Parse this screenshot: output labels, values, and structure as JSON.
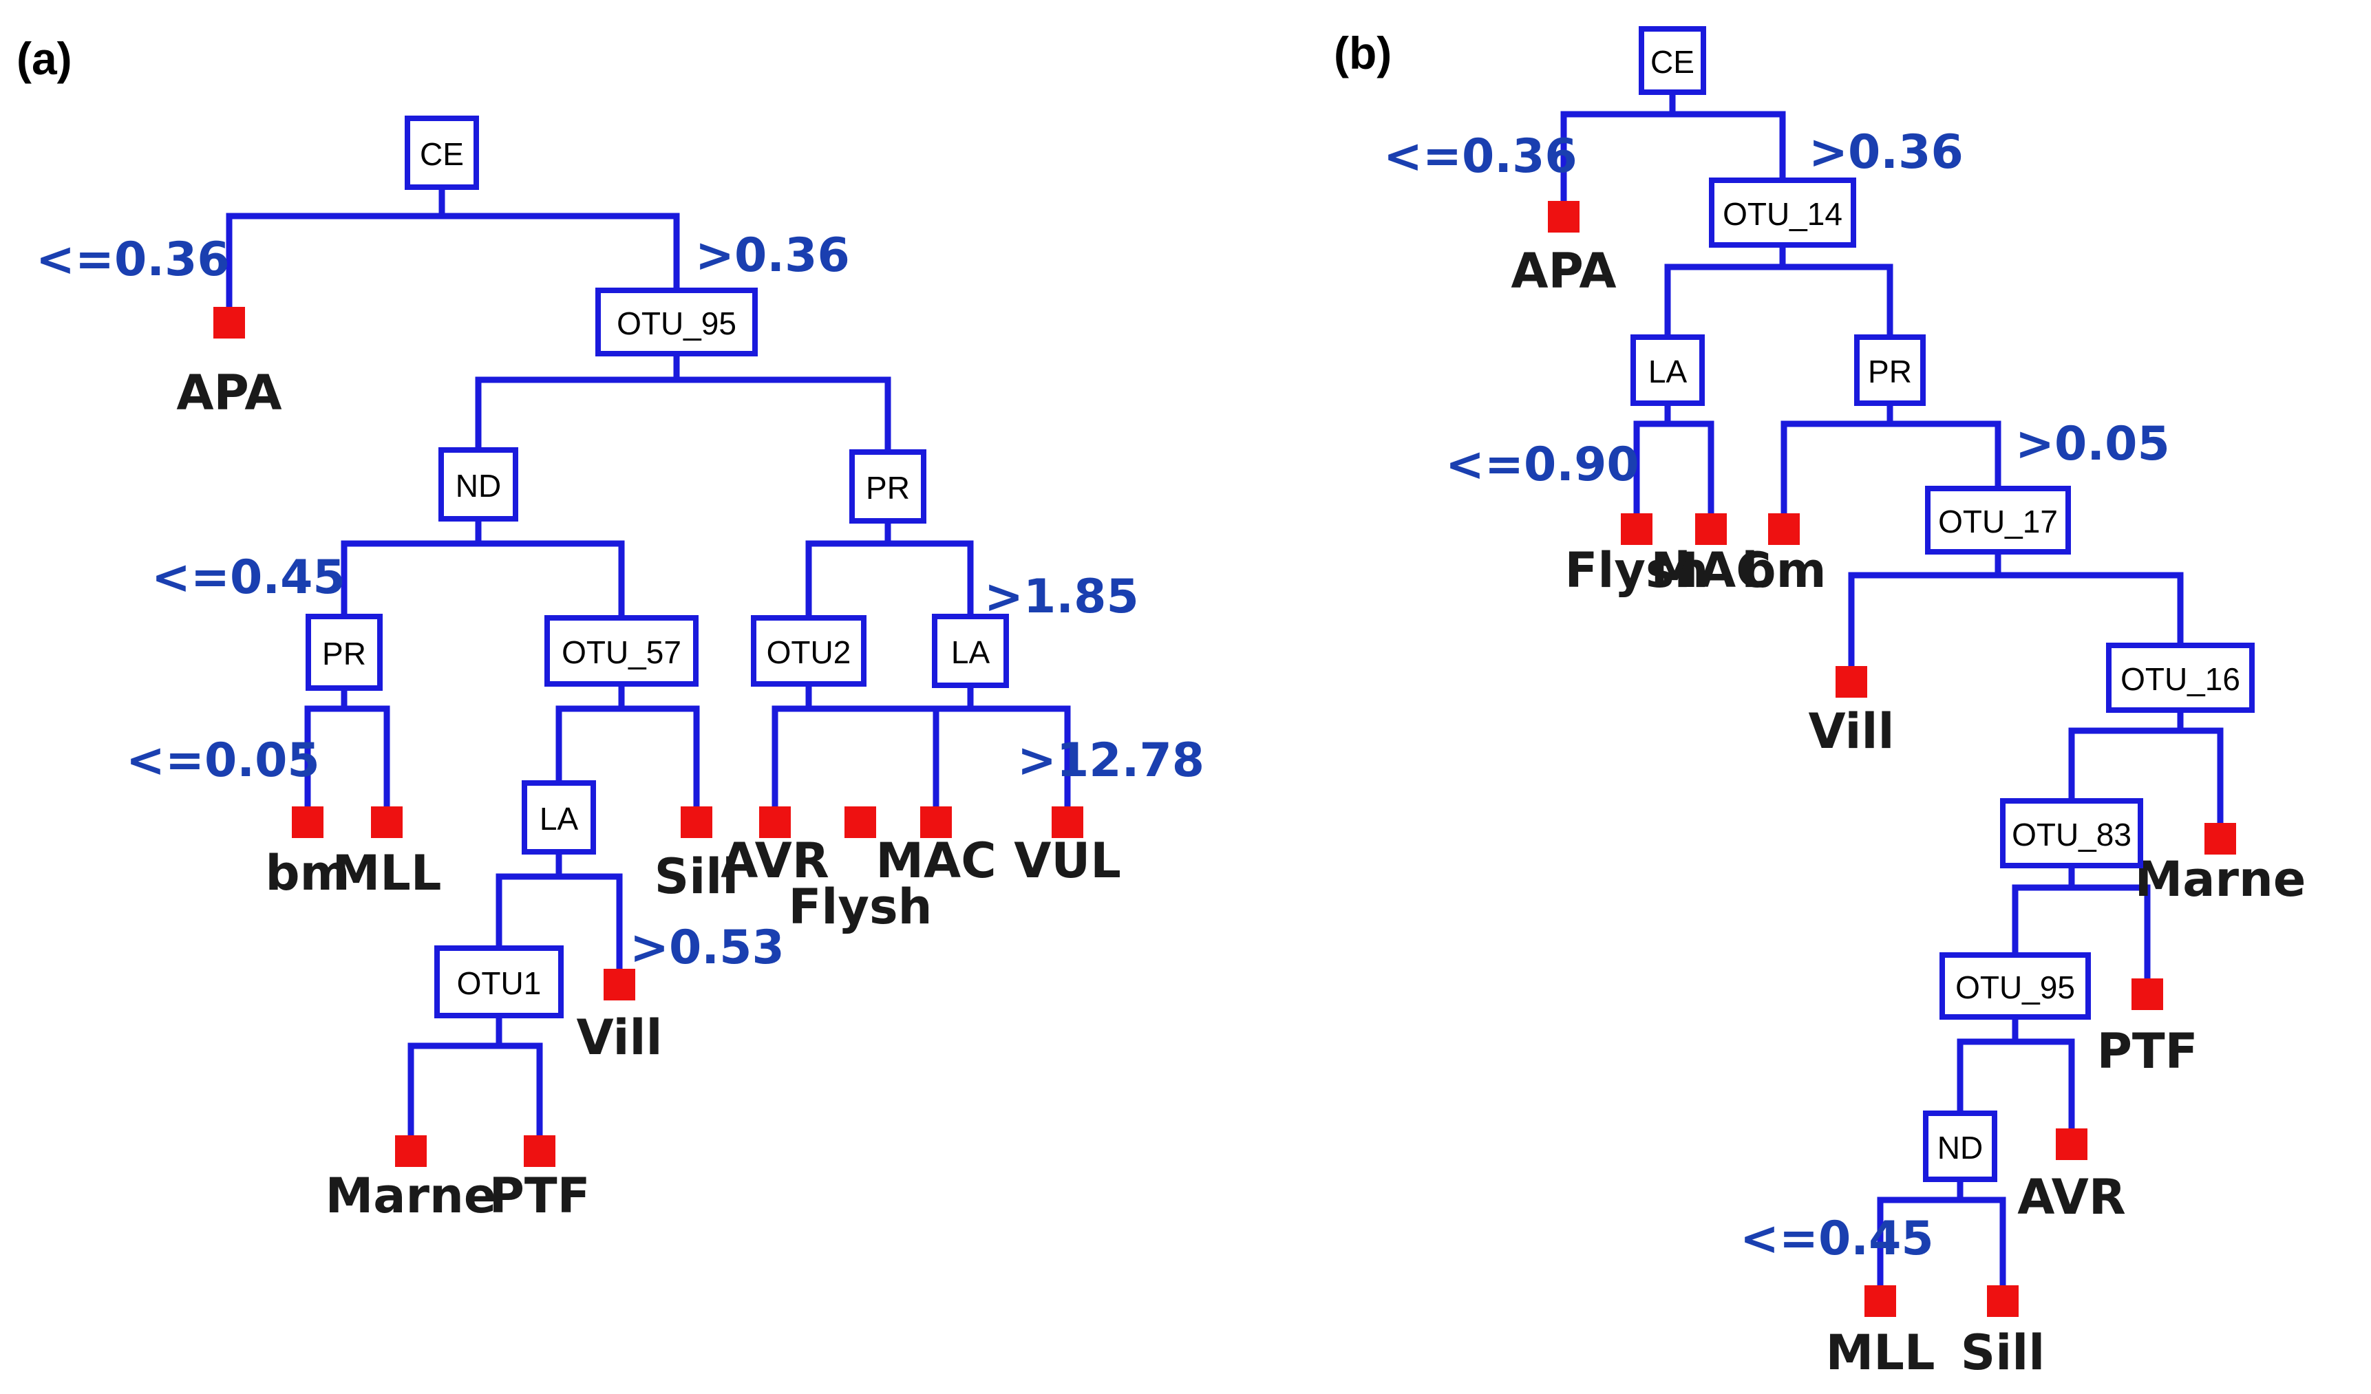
{
  "colors": {
    "edge": "#1a1adc",
    "leaf": "#ee1111",
    "edge_label": "#1a3fb0",
    "text": "#1a1a1a"
  },
  "panels": [
    {
      "label": "(a)",
      "nodes": [
        {
          "id": "a_ce",
          "text": "CE"
        },
        {
          "id": "a_otu95",
          "text": "OTU_95"
        },
        {
          "id": "a_nd",
          "text": "ND"
        },
        {
          "id": "a_pr",
          "text": "PR"
        },
        {
          "id": "a_pr2",
          "text": "PR"
        },
        {
          "id": "a_otu57",
          "text": "OTU_57"
        },
        {
          "id": "a_otu2",
          "text": "OTU2"
        },
        {
          "id": "a_la",
          "text": "LA"
        },
        {
          "id": "a_la2",
          "text": "LA"
        },
        {
          "id": "a_otu1",
          "text": "OTU1"
        }
      ],
      "leaves": [
        {
          "id": "a_apa",
          "text": "APA"
        },
        {
          "id": "a_bm",
          "text": "bm"
        },
        {
          "id": "a_mll",
          "text": "MLL"
        },
        {
          "id": "a_sill",
          "text": "Sill"
        },
        {
          "id": "a_avr",
          "text": "AVR"
        },
        {
          "id": "a_flysh",
          "text": "Flysh"
        },
        {
          "id": "a_mac",
          "text": "MAC"
        },
        {
          "id": "a_vul",
          "text": "VUL"
        },
        {
          "id": "a_vill",
          "text": "Vill"
        },
        {
          "id": "a_marne",
          "text": "Marne"
        },
        {
          "id": "a_ptf",
          "text": "PTF"
        }
      ],
      "edge_labels": [
        {
          "id": "a_l1",
          "text": "<=0.36"
        },
        {
          "id": "a_l2",
          "text": ">0.36"
        },
        {
          "id": "a_l3",
          "text": "<=0.45"
        },
        {
          "id": "a_l4",
          "text": ">1.85"
        },
        {
          "id": "a_l5",
          "text": "<=0.05"
        },
        {
          "id": "a_l6",
          "text": ">12.78"
        },
        {
          "id": "a_l7",
          "text": ">0.53"
        }
      ]
    },
    {
      "label": "(b)",
      "nodes": [
        {
          "id": "b_ce",
          "text": "CE"
        },
        {
          "id": "b_otu14",
          "text": "OTU_14"
        },
        {
          "id": "b_la",
          "text": "LA"
        },
        {
          "id": "b_pr",
          "text": "PR"
        },
        {
          "id": "b_otu17",
          "text": "OTU_17"
        },
        {
          "id": "b_otu16",
          "text": "OTU_16"
        },
        {
          "id": "b_otu83",
          "text": "OTU_83"
        },
        {
          "id": "b_otu95",
          "text": "OTU_95"
        },
        {
          "id": "b_nd",
          "text": "ND"
        }
      ],
      "leaves": [
        {
          "id": "b_apa",
          "text": "APA"
        },
        {
          "id": "b_flysh",
          "text": "Flysh"
        },
        {
          "id": "b_mac",
          "text": "MAC"
        },
        {
          "id": "b_bm",
          "text": "bm"
        },
        {
          "id": "b_vill",
          "text": "Vill"
        },
        {
          "id": "b_marne",
          "text": "Marne"
        },
        {
          "id": "b_ptf",
          "text": "PTF"
        },
        {
          "id": "b_avr",
          "text": "AVR"
        },
        {
          "id": "b_mll",
          "text": "MLL"
        },
        {
          "id": "b_sill",
          "text": "Sill"
        }
      ],
      "edge_labels": [
        {
          "id": "b_l1",
          "text": "<=0.36"
        },
        {
          "id": "b_l2",
          "text": ">0.36"
        },
        {
          "id": "b_l3",
          "text": "<=0.90"
        },
        {
          "id": "b_l4",
          "text": ">0.05"
        },
        {
          "id": "b_l5",
          "text": "<=0.45"
        }
      ]
    }
  ]
}
